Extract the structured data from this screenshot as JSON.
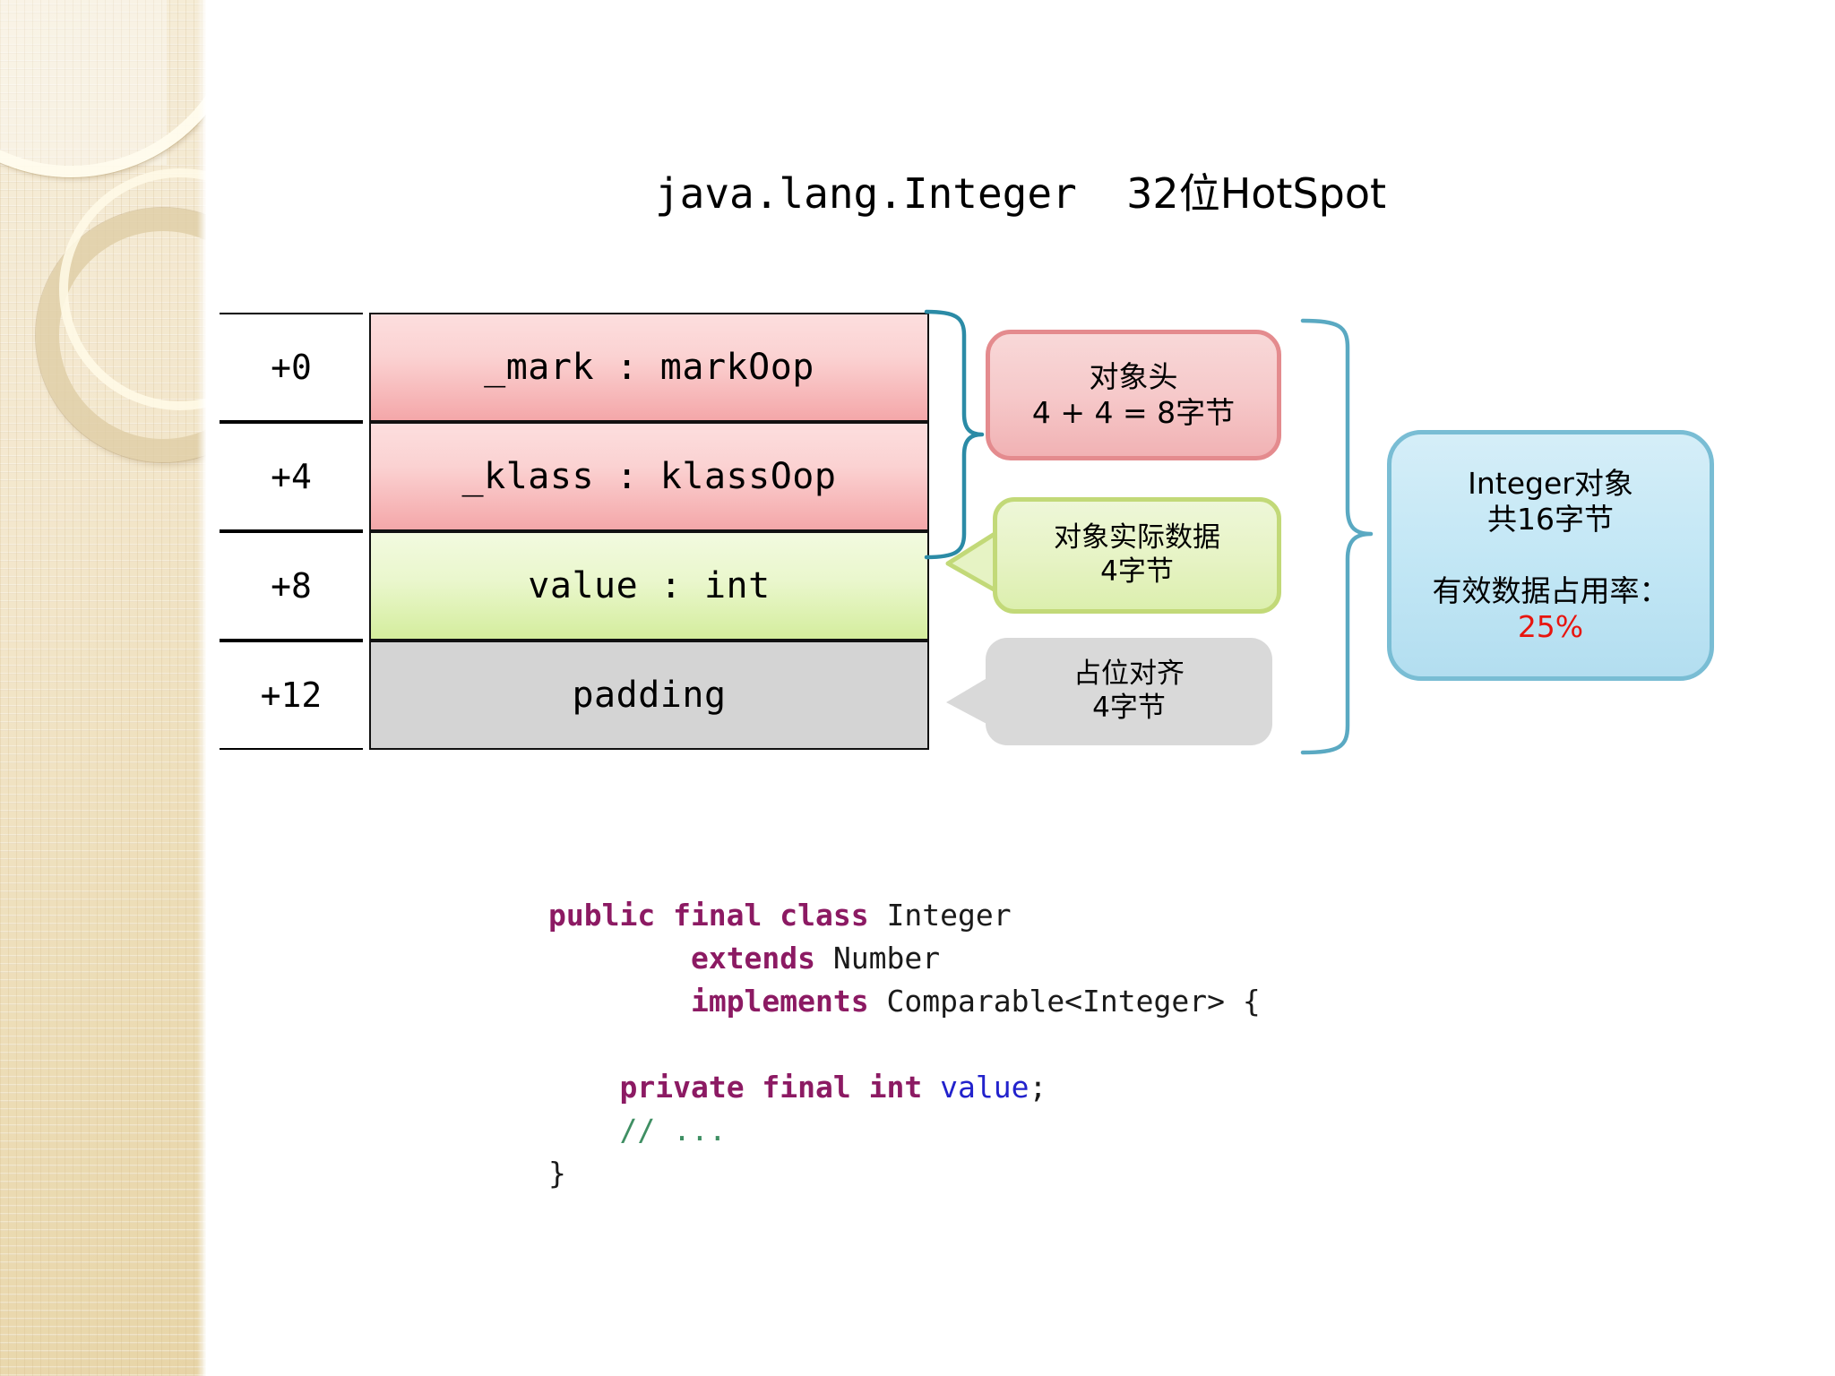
{
  "title": {
    "mono_part": "java.lang.Integer",
    "cjk_part": "32位HotSpot"
  },
  "colors": {
    "header_pink": "#f4a7a9",
    "data_green": "#d4ed9d",
    "padding_gray": "#d4d4d4",
    "total_blue": "#b3def0",
    "brace_teal": "#2b8ba6",
    "percent_red": "#e8150f",
    "keyword_purple": "#8c1a63",
    "variable_blue": "#2222cc",
    "comment_green": "#3f8f63"
  },
  "memory_layout": {
    "rows": [
      {
        "offset": "+0",
        "field": "_mark : markOop",
        "kind": "header"
      },
      {
        "offset": "+4",
        "field": "_klass : klassOop",
        "kind": "header"
      },
      {
        "offset": "+8",
        "field": "value : int",
        "kind": "data"
      },
      {
        "offset": "+12",
        "field": "padding",
        "kind": "padding"
      }
    ]
  },
  "callouts": {
    "object_header": {
      "line1": "对象头",
      "line2": "4 + 4 = 8字节"
    },
    "actual_data": {
      "line1": "对象实际数据",
      "line2": "4字节"
    },
    "padding_align": {
      "line1": "占位对齐",
      "line2": "4字节"
    },
    "total": {
      "line1": "Integer对象",
      "line2": "共16字节",
      "line3": "有效数据占用率：",
      "percent": "25%"
    }
  },
  "code": {
    "lines": [
      {
        "segments": [
          {
            "t": "public final class",
            "c": "kw"
          },
          {
            "t": " Integer",
            "c": "plain"
          }
        ]
      },
      {
        "segments": [
          {
            "t": "        ",
            "c": "plain"
          },
          {
            "t": "extends",
            "c": "kw"
          },
          {
            "t": " Number",
            "c": "plain"
          }
        ]
      },
      {
        "segments": [
          {
            "t": "        ",
            "c": "plain"
          },
          {
            "t": "implements",
            "c": "kw"
          },
          {
            "t": " Comparable<Integer> {",
            "c": "plain"
          }
        ]
      },
      {
        "segments": [
          {
            "t": "",
            "c": "plain"
          }
        ]
      },
      {
        "segments": [
          {
            "t": "    ",
            "c": "plain"
          },
          {
            "t": "private final int",
            "c": "kw"
          },
          {
            "t": " ",
            "c": "plain"
          },
          {
            "t": "value",
            "c": "var"
          },
          {
            "t": ";",
            "c": "plain"
          }
        ]
      },
      {
        "segments": [
          {
            "t": "    ",
            "c": "plain"
          },
          {
            "t": "// ...",
            "c": "cmt"
          }
        ]
      },
      {
        "segments": [
          {
            "t": "}",
            "c": "plain"
          }
        ]
      }
    ]
  }
}
